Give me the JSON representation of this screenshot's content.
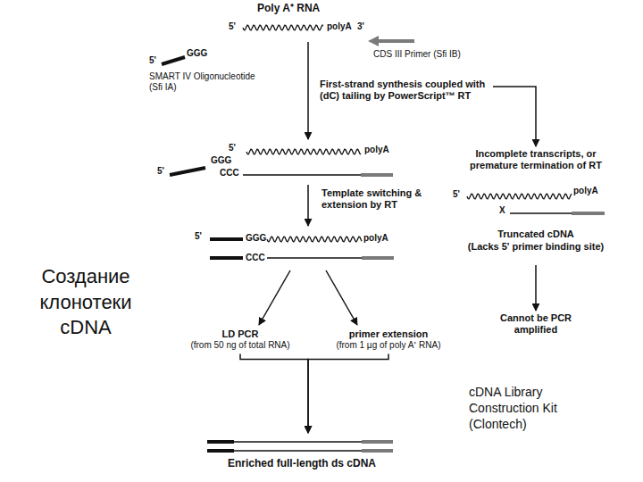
{
  "diagram": {
    "nodes": [
      {
        "text": [
          "Poly A⁺ RNA",
          "5'",
          "polyA",
          "3'"
        ]
      },
      {
        "text": [
          "5'",
          "GGG",
          "SMART IV Oligonucleotide (Sfi IA)"
        ]
      },
      {
        "text": [
          "CDS III Primer (Sfi IB)"
        ]
      },
      {
        "text": [
          "First-strand synthesis coupled with (dC) tailing by PowerScript™ RT"
        ]
      },
      {
        "text": [
          "5'",
          "polyA",
          "5'",
          "GGG",
          "CCC"
        ]
      },
      {
        "text": [
          "Template switching & extension by RT"
        ]
      },
      {
        "text": [
          "5'",
          "GGG",
          "polyA",
          "CCC"
        ]
      },
      {
        "text": [
          "LD PCR",
          "(from 50 ng of total RNA)"
        ]
      },
      {
        "text": [
          "primer extension",
          "(from 1 µg of poly A⁺ RNA)"
        ]
      },
      {
        "text": [
          "Enriched full-length ds cDNA"
        ]
      },
      {
        "text": [
          "Incomplete transcripts, or premature termination of RT"
        ]
      },
      {
        "text": [
          "5'",
          "polyA",
          "X",
          "Truncated cDNA",
          "(Lacks 5' primer binding site)"
        ]
      },
      {
        "text": [
          "Cannot be PCR amplified"
        ]
      }
    ],
    "edges": [
      {
        "from": 0,
        "to": 4,
        "arrow": "to"
      },
      {
        "from": 3,
        "to": 10,
        "arrow": "to"
      },
      {
        "from": 4,
        "to": 6,
        "arrow": "to"
      },
      {
        "from": 6,
        "to": 7,
        "arrow": "to"
      },
      {
        "from": 6,
        "to": 8,
        "arrow": "to"
      },
      {
        "from": 7,
        "to": 9,
        "arrow": "to"
      },
      {
        "from": 8,
        "to": 9,
        "arrow": "to"
      },
      {
        "from": 11,
        "to": 12,
        "arrow": "to"
      }
    ],
    "labels": [
      "Создание клонотеки cDNA",
      "cDNA Library Construction Kit (Clontech)"
    ]
  }
}
